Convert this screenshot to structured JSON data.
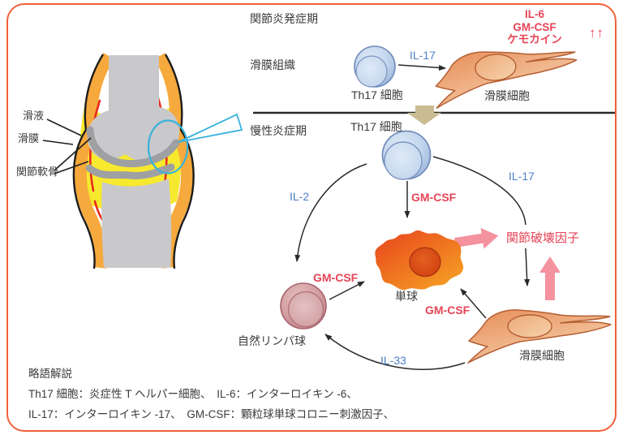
{
  "figure": {
    "type": "medical-diagram",
    "joint": {
      "labels": {
        "fluid": "滑液",
        "membrane": "滑膜",
        "cartilage": "関節軟骨"
      }
    },
    "acute_phase": {
      "phase_label": "関節炎発症期",
      "tissue_label": "滑膜組織",
      "th17_label": "Th17 細胞",
      "il17_label": "IL-17",
      "synovial_cell_label": "滑膜細胞",
      "products": {
        "line1": "IL-6",
        "line2": "GM-CSF",
        "line3": "ケモカイン",
        "up_arrows": "↑↑"
      }
    },
    "chronic_phase": {
      "phase_label": "慢性炎症期",
      "th17_label": "Th17 細胞",
      "il2_label": "IL-2",
      "gmcsf_from_th17_label": "GM-CSF",
      "il17_label": "IL-17",
      "destruction_label": "関節破壊因子",
      "monocyte_label": "単球",
      "gmcsf_from_ilc_label": "GM-CSF",
      "gmcsf_from_synovial_label": "GM-CSF",
      "ilc_label": "自然リンパ球",
      "synovial_cell_label": "滑膜細胞",
      "il33_label": "IL-33"
    },
    "glossary": {
      "title": "略語解説",
      "line1": "Th17 細胞：炎症性 T ヘルパー細胞、　IL-6：インターロイキン -6、",
      "line2": "IL-17：インターロイキン -17、　GM-CSF：顆粒球単球コロニー刺激因子、"
    },
    "colors": {
      "border": "#f0603a",
      "red_text": "#e64456",
      "blue_text": "#4d7fc4",
      "pink_arrow": "#f4929e",
      "tan_arrow": "#c9bc92",
      "capsule_orange": "#f6a93c",
      "synovial_fluid_yellow": "#f7e92e",
      "bone_gray": "#c9c9cb",
      "membrane_red": "#e92a1d",
      "zoom_circle_blue": "#38b2dc"
    }
  }
}
